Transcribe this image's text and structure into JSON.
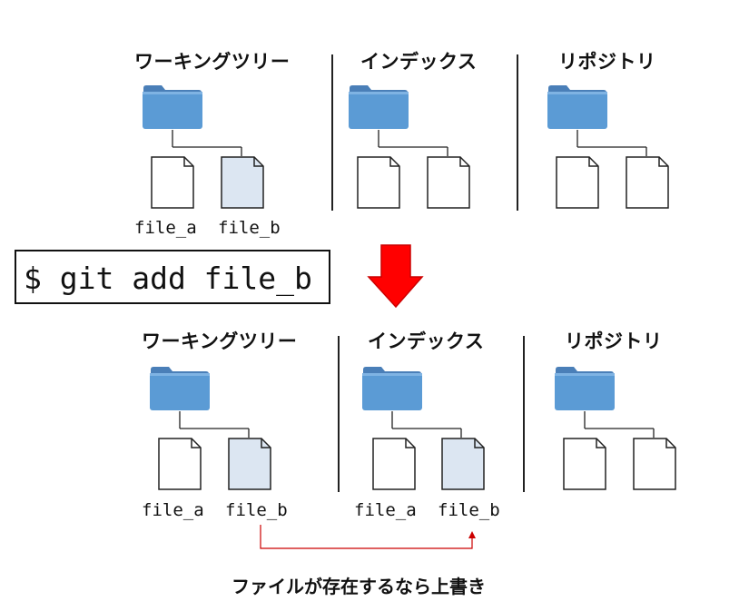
{
  "top_section": {
    "working_tree_heading": "ワーキングツリー",
    "index_heading": "インデックス",
    "repository_heading": "リポジトリ",
    "file_a_label": "file_a",
    "file_b_label": "file_b"
  },
  "command": {
    "text": "$ git add file_b"
  },
  "bottom_section": {
    "working_tree_heading": "ワーキングツリー",
    "index_heading": "インデックス",
    "repository_heading": "リポジトリ",
    "wt_file_a_label": "file_a",
    "wt_file_b_label": "file_b",
    "idx_file_a_label": "file_a",
    "idx_file_b_label": "file_b"
  },
  "overwrite_note": "ファイルが存在するなら上書き",
  "colors": {
    "folder": "#5b9bd5",
    "highlighted_file": "#dce6f2",
    "arrow_down": "#ff0000",
    "connector": "#cc0000"
  },
  "icons": [
    "folder-icon",
    "file-icon",
    "down-arrow-icon"
  ]
}
